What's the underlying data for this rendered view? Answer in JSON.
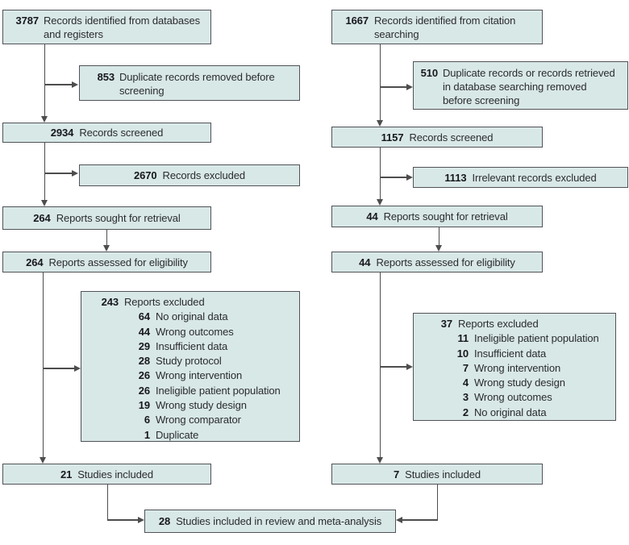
{
  "colors": {
    "box_fill": "#d8e8e7",
    "box_border": "#515257",
    "connector": "#4d4d4d",
    "number_text": "#17171d",
    "label_text": "#2b2b2e"
  },
  "left_column": {
    "identified": {
      "num": "3787",
      "line1": "Records identified from databases",
      "line2": "and registers"
    },
    "duplicates_removed": {
      "num": "853",
      "line1": "Duplicate records removed before",
      "line2": "screening"
    },
    "screened": {
      "num": "2934",
      "label": "Records screened"
    },
    "records_excluded": {
      "num": "2670",
      "label": "Records excluded"
    },
    "sought": {
      "num": "264",
      "label": "Reports sought for retrieval"
    },
    "assessed": {
      "num": "264",
      "label": "Reports assessed for eligibility"
    },
    "reports_excluded": {
      "num": "243",
      "label": "Reports excluded",
      "reasons": [
        {
          "num": "64",
          "label": "No original data"
        },
        {
          "num": "44",
          "label": "Wrong outcomes"
        },
        {
          "num": "29",
          "label": "Insufficient data"
        },
        {
          "num": "28",
          "label": "Study protocol"
        },
        {
          "num": "26",
          "label": "Wrong intervention"
        },
        {
          "num": "26",
          "label": "Ineligible patient population"
        },
        {
          "num": "19",
          "label": "Wrong study design"
        },
        {
          "num": "6",
          "label": "Wrong comparator"
        },
        {
          "num": "1",
          "label": "Duplicate"
        }
      ]
    },
    "included": {
      "num": "21",
      "label": "Studies included"
    }
  },
  "right_column": {
    "identified": {
      "num": "1667",
      "line1": "Records identified from citation",
      "line2": "searching"
    },
    "duplicates_removed": {
      "num": "510",
      "line1": "Duplicate records or records retrieved",
      "line2": "in database searching removed",
      "line3": "before screening"
    },
    "screened": {
      "num": "1157",
      "label": "Records screened"
    },
    "records_excluded": {
      "num": "1113",
      "label": "Irrelevant records excluded"
    },
    "sought": {
      "num": "44",
      "label": "Reports sought for retrieval"
    },
    "assessed": {
      "num": "44",
      "label": "Reports assessed for eligibility"
    },
    "reports_excluded": {
      "num": "37",
      "label": "Reports excluded",
      "reasons": [
        {
          "num": "11",
          "label": "Ineligible patient population"
        },
        {
          "num": "10",
          "label": "Insufficient data"
        },
        {
          "num": "7",
          "label": "Wrong intervention"
        },
        {
          "num": "4",
          "label": "Wrong study design"
        },
        {
          "num": "3",
          "label": "Wrong outcomes"
        },
        {
          "num": "2",
          "label": "No original data"
        }
      ]
    },
    "included": {
      "num": "7",
      "label": "Studies included"
    }
  },
  "final_box": {
    "num": "28",
    "label": "Studies included in review and meta-analysis"
  }
}
